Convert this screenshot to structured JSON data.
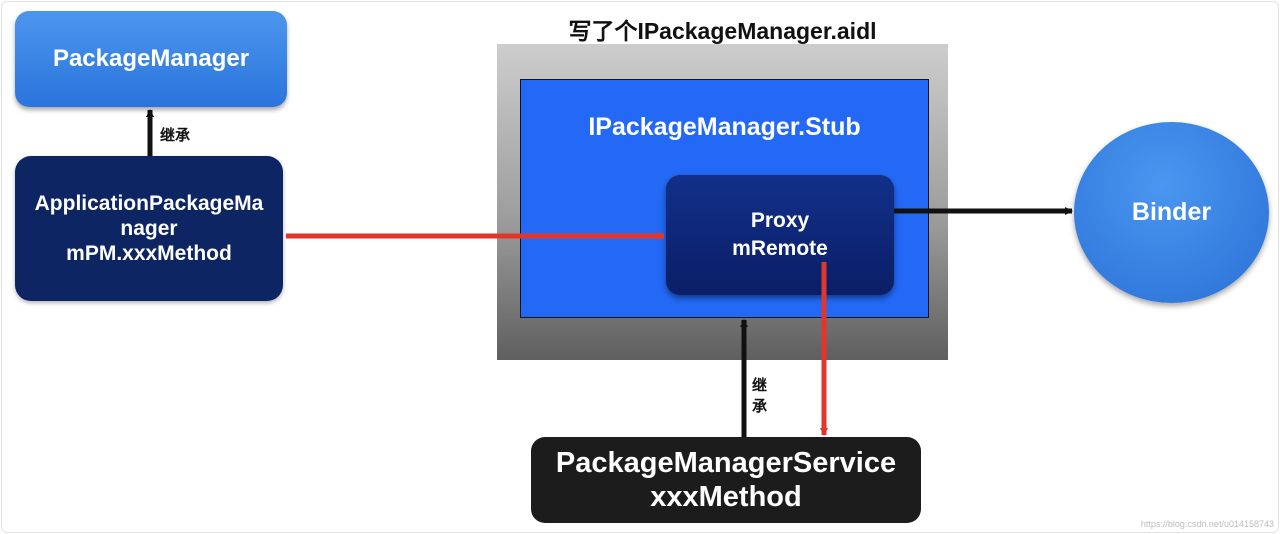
{
  "nodes": {
    "package_manager": "PackageManager",
    "application_package_manager": [
      "ApplicationPackageMa",
      "nager",
      "mPM.xxxMethod"
    ],
    "aidl_title": "写了个IPackageManager.aidl",
    "stub": "IPackageManager.Stub",
    "proxy": [
      "Proxy",
      "mRemote"
    ],
    "binder": "Binder",
    "package_manager_service": [
      "PackageManagerService",
      "xxxMethod"
    ]
  },
  "edges": {
    "inherit_label_top": "继承",
    "inherit_label_bottom": [
      "继",
      "承"
    ]
  },
  "colors": {
    "arrow_red": "#e0362c",
    "arrow_black": "#111111"
  },
  "watermark": "https://blog.csdn.net/u014158743"
}
